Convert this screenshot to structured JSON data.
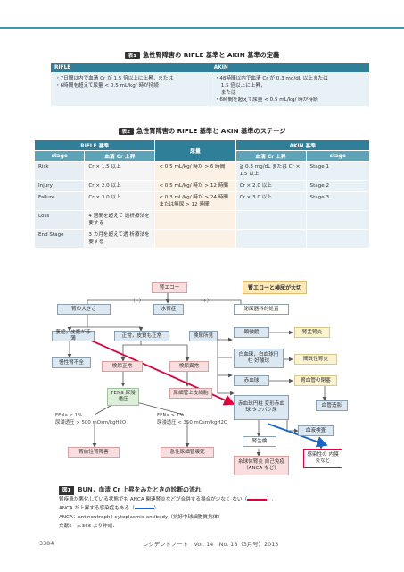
{
  "table1": {
    "badge": "表1",
    "caption": "急性腎障害の RIFLE 基準と AKIN 基準の定義",
    "col1_header": "RIFLE",
    "col2_header": "AKIN",
    "rifle": [
      "・7日間以内で血清 Cr が 1.5 倍以上に上昇，または",
      "・6時間を超えて尿量 < 0.5 mL/kg/ 時が持続"
    ],
    "akin": [
      "・48時間以内で血清 Cr が 0.3 mg/dL 以上または",
      "1.5 倍以上に上昇，",
      "または",
      "・6時間を超えて尿量 < 0.5 mL/kg/ 時が持続"
    ]
  },
  "table2": {
    "badge": "表2",
    "caption": "急性腎障害の RIFLE 基準と AKIN 基準のステージ",
    "rifle_header": "RIFLE 基準",
    "urine_header": "尿量",
    "akin_header": "AKIN 基準",
    "sub_stage": "stage",
    "sub_cr": "血清 Cr 上昇",
    "sub_cr2": "血清 Cr 上昇",
    "sub_stage2": "stage",
    "rows": [
      {
        "stage": "Risk",
        "cr": "Cr × 1.5 以上",
        "urine": "< 0.5 mL/kg/ 時が > 6 時間",
        "akin_cr": "≧ 0.3 mg/dL または Cr × 1.5 以上",
        "akin_stage": "Stage 1"
      },
      {
        "stage": "Injury",
        "cr": "Cr × 2.0 以上",
        "urine": "< 0.5 mL/kg/ 時が > 12 時間",
        "akin_cr": "Cr × 2.0 以上",
        "akin_stage": "Stage 2"
      },
      {
        "stage": "Failure",
        "cr": "Cr × 3.0 以上",
        "urine": "< 0.3 mL/kg/ 時が > 24 時間 または無尿 > 12 時間",
        "akin_cr": "Cr × 3.0 以上",
        "akin_stage": "Stage 3"
      },
      {
        "stage": "Loss",
        "cr": "4 週間を超えて 透析療法を要する",
        "urine": "",
        "akin_cr": "",
        "akin_stage": ""
      },
      {
        "stage": "End Stage",
        "cr": "3 カ月を超えて透 析療法を要する",
        "urine": "",
        "akin_cr": "",
        "akin_stage": ""
      }
    ]
  },
  "flow": {
    "top": "腎エコー",
    "minus": "（−）",
    "plus": "（+）",
    "kidney_size": "腎の大きさ",
    "hydro": "水腎症",
    "highlight": "腎エコーと検尿が大切",
    "post": "泌尿器科的処置",
    "atrophy": "萎縮，皮髄が菲薄",
    "normal": "正常，皮質も正常",
    "urine_test": "検尿所見",
    "hematuria": "顕微鏡",
    "prerenal_like": "腎盂腎炎",
    "chronic": "慢性腎不全",
    "sed_normal": "検尿正常",
    "sed_abnormal": "検尿異常",
    "wbc_cast": "白血球，白血球円柱 好酸球",
    "interstitial": "間質性腎炎",
    "rbc": "赤血球",
    "vascular": "腎血管の閉塞",
    "fena": "FENa 尿浸透圧",
    "tubular_cells": "尿細管上皮細胞",
    "rbc_cast": "赤血球円柱 変形赤血球 タンパク尿",
    "vasculitis": "血管造影",
    "fena_low": "FENa < 1%",
    "osm_high": "尿浸透圧 > 500 mOsm/kgH2O",
    "fena_high": "FENa > 1%",
    "osm_low": "尿浸透圧 < 350 mOsm/kgH2O",
    "renal_bx": "腎生検",
    "blood_test": "血液検査",
    "prerenal": "腎前性腎障害",
    "atn": "急性尿細管壊死",
    "gn": "糸球体腎炎 自己免疫（ANCA など）",
    "infection": "感染性の 内膜炎など"
  },
  "figure": {
    "badge": "図1",
    "title": "BUN，血清 Cr 上昇をみたときの診断の流れ",
    "line1": "腎疾患が悪化している状態でも ANCA 関連腎炎などが合併する場合が少なく ない（",
    "line1_end": "）.",
    "line2": "ANCA が上昇する感染症もある（",
    "line2_end": "）.",
    "line3": "ANCA：antineutrophil cytoplasmic antibody（抗好中球細胞質抗体）",
    "line4": "文献5　p.366 より作成．"
  },
  "footer": {
    "page": "3384",
    "journal": "レジデントノート　Vol. 14　No. 18（3月号）2013"
  },
  "colors": {
    "accent": "#2f7f98",
    "arrow_red": "#e0003c",
    "arrow_blue": "#1b64c8"
  }
}
